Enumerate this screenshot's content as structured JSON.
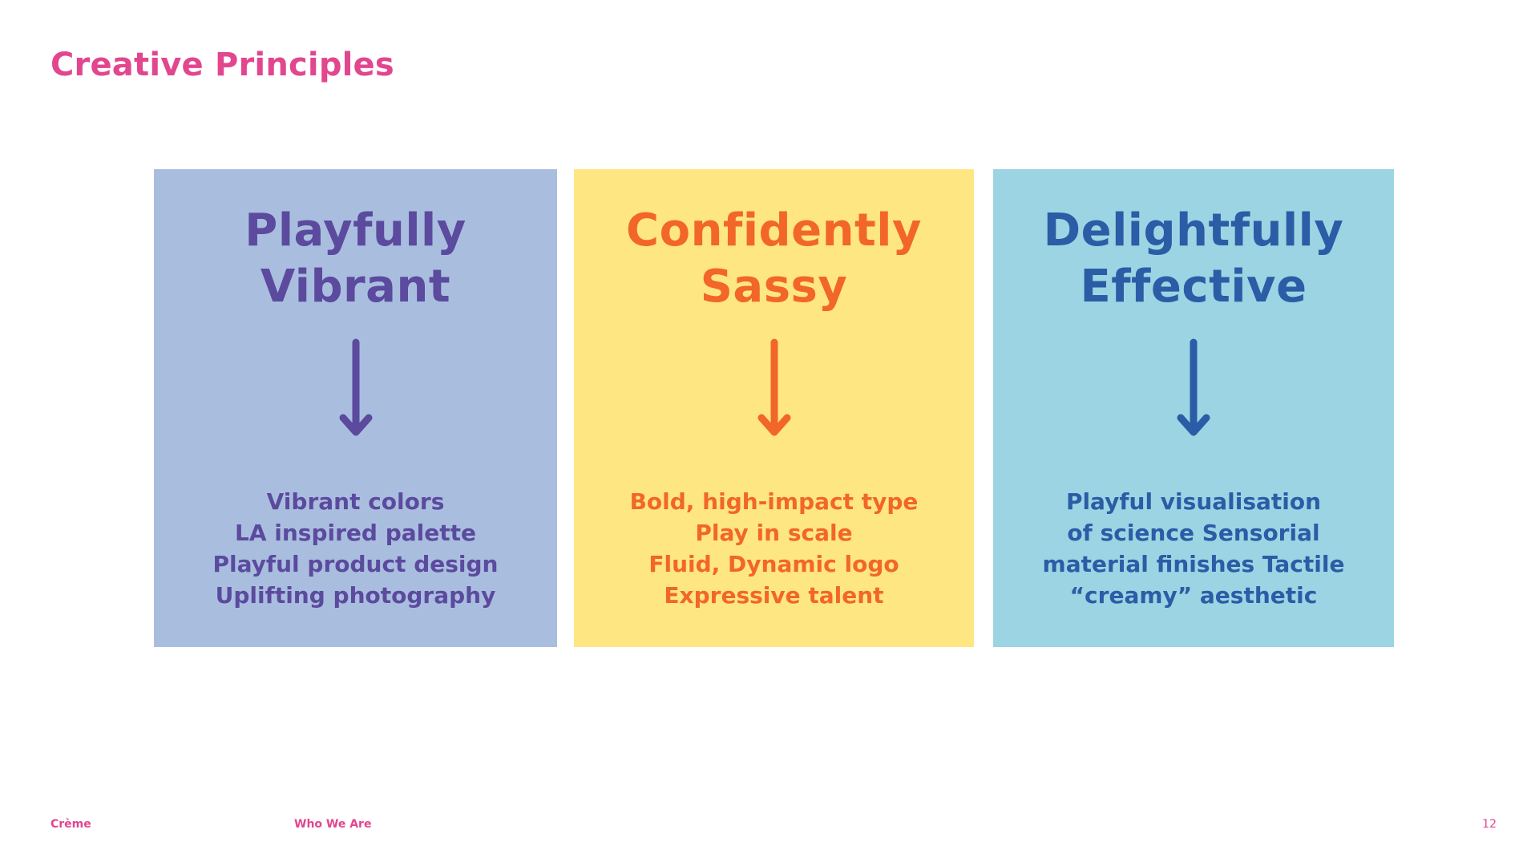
{
  "title": "Creative Principles",
  "colors": {
    "accent": "#E2468F",
    "purple_bg": "#A9BEDF",
    "purple_fg": "#5B4A9E",
    "yellow_bg": "#FEE782",
    "yellow_fg": "#F2662A",
    "blue_bg": "#9DD4E3",
    "blue_fg": "#2B5CA6"
  },
  "cards": [
    {
      "heading": "Playfully\nVibrant",
      "icon": "arrow-down-icon",
      "body": "Vibrant colors\nLA inspired palette\nPlayful product design\nUplifting photography"
    },
    {
      "heading": "Confidently\nSassy",
      "icon": "arrow-down-icon",
      "body": "Bold, high-impact type\nPlay in scale\nFluid, Dynamic logo\nExpressive talent"
    },
    {
      "heading": "Delightfully\nEffective",
      "icon": "arrow-down-icon",
      "body": "Playful visualisation\nof science Sensorial\nmaterial finishes Tactile\n“creamy” aesthetic"
    }
  ],
  "footer": {
    "brand": "Crème",
    "section": "Who We Are",
    "page": "12"
  }
}
